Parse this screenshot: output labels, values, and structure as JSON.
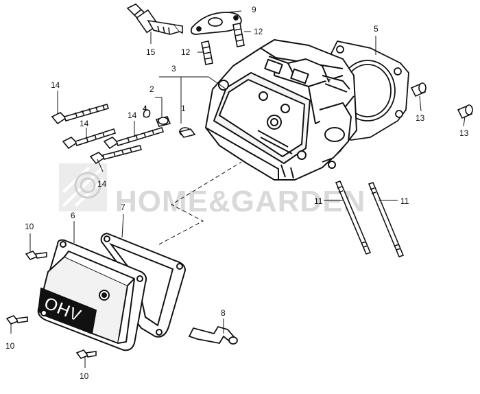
{
  "watermark": {
    "text": "HOME&GARDEN"
  },
  "cover_emboss": "OHV",
  "callouts": {
    "n1": "1",
    "n2": "2",
    "n3": "3",
    "n4": "4",
    "n5": "5",
    "n6": "6",
    "n7": "7",
    "n8": "8",
    "n9": "9",
    "n10a": "10",
    "n10b": "10",
    "n10c": "10",
    "n11a": "11",
    "n11b": "11",
    "n12a": "12",
    "n12b": "12",
    "n13a": "13",
    "n13b": "13",
    "n14a": "14",
    "n14b": "14",
    "n14c": "14",
    "n14d": "14",
    "n15": "15"
  },
  "colors": {
    "line": "#111111",
    "watermark": "#d9d9d9",
    "background": "#ffffff"
  }
}
